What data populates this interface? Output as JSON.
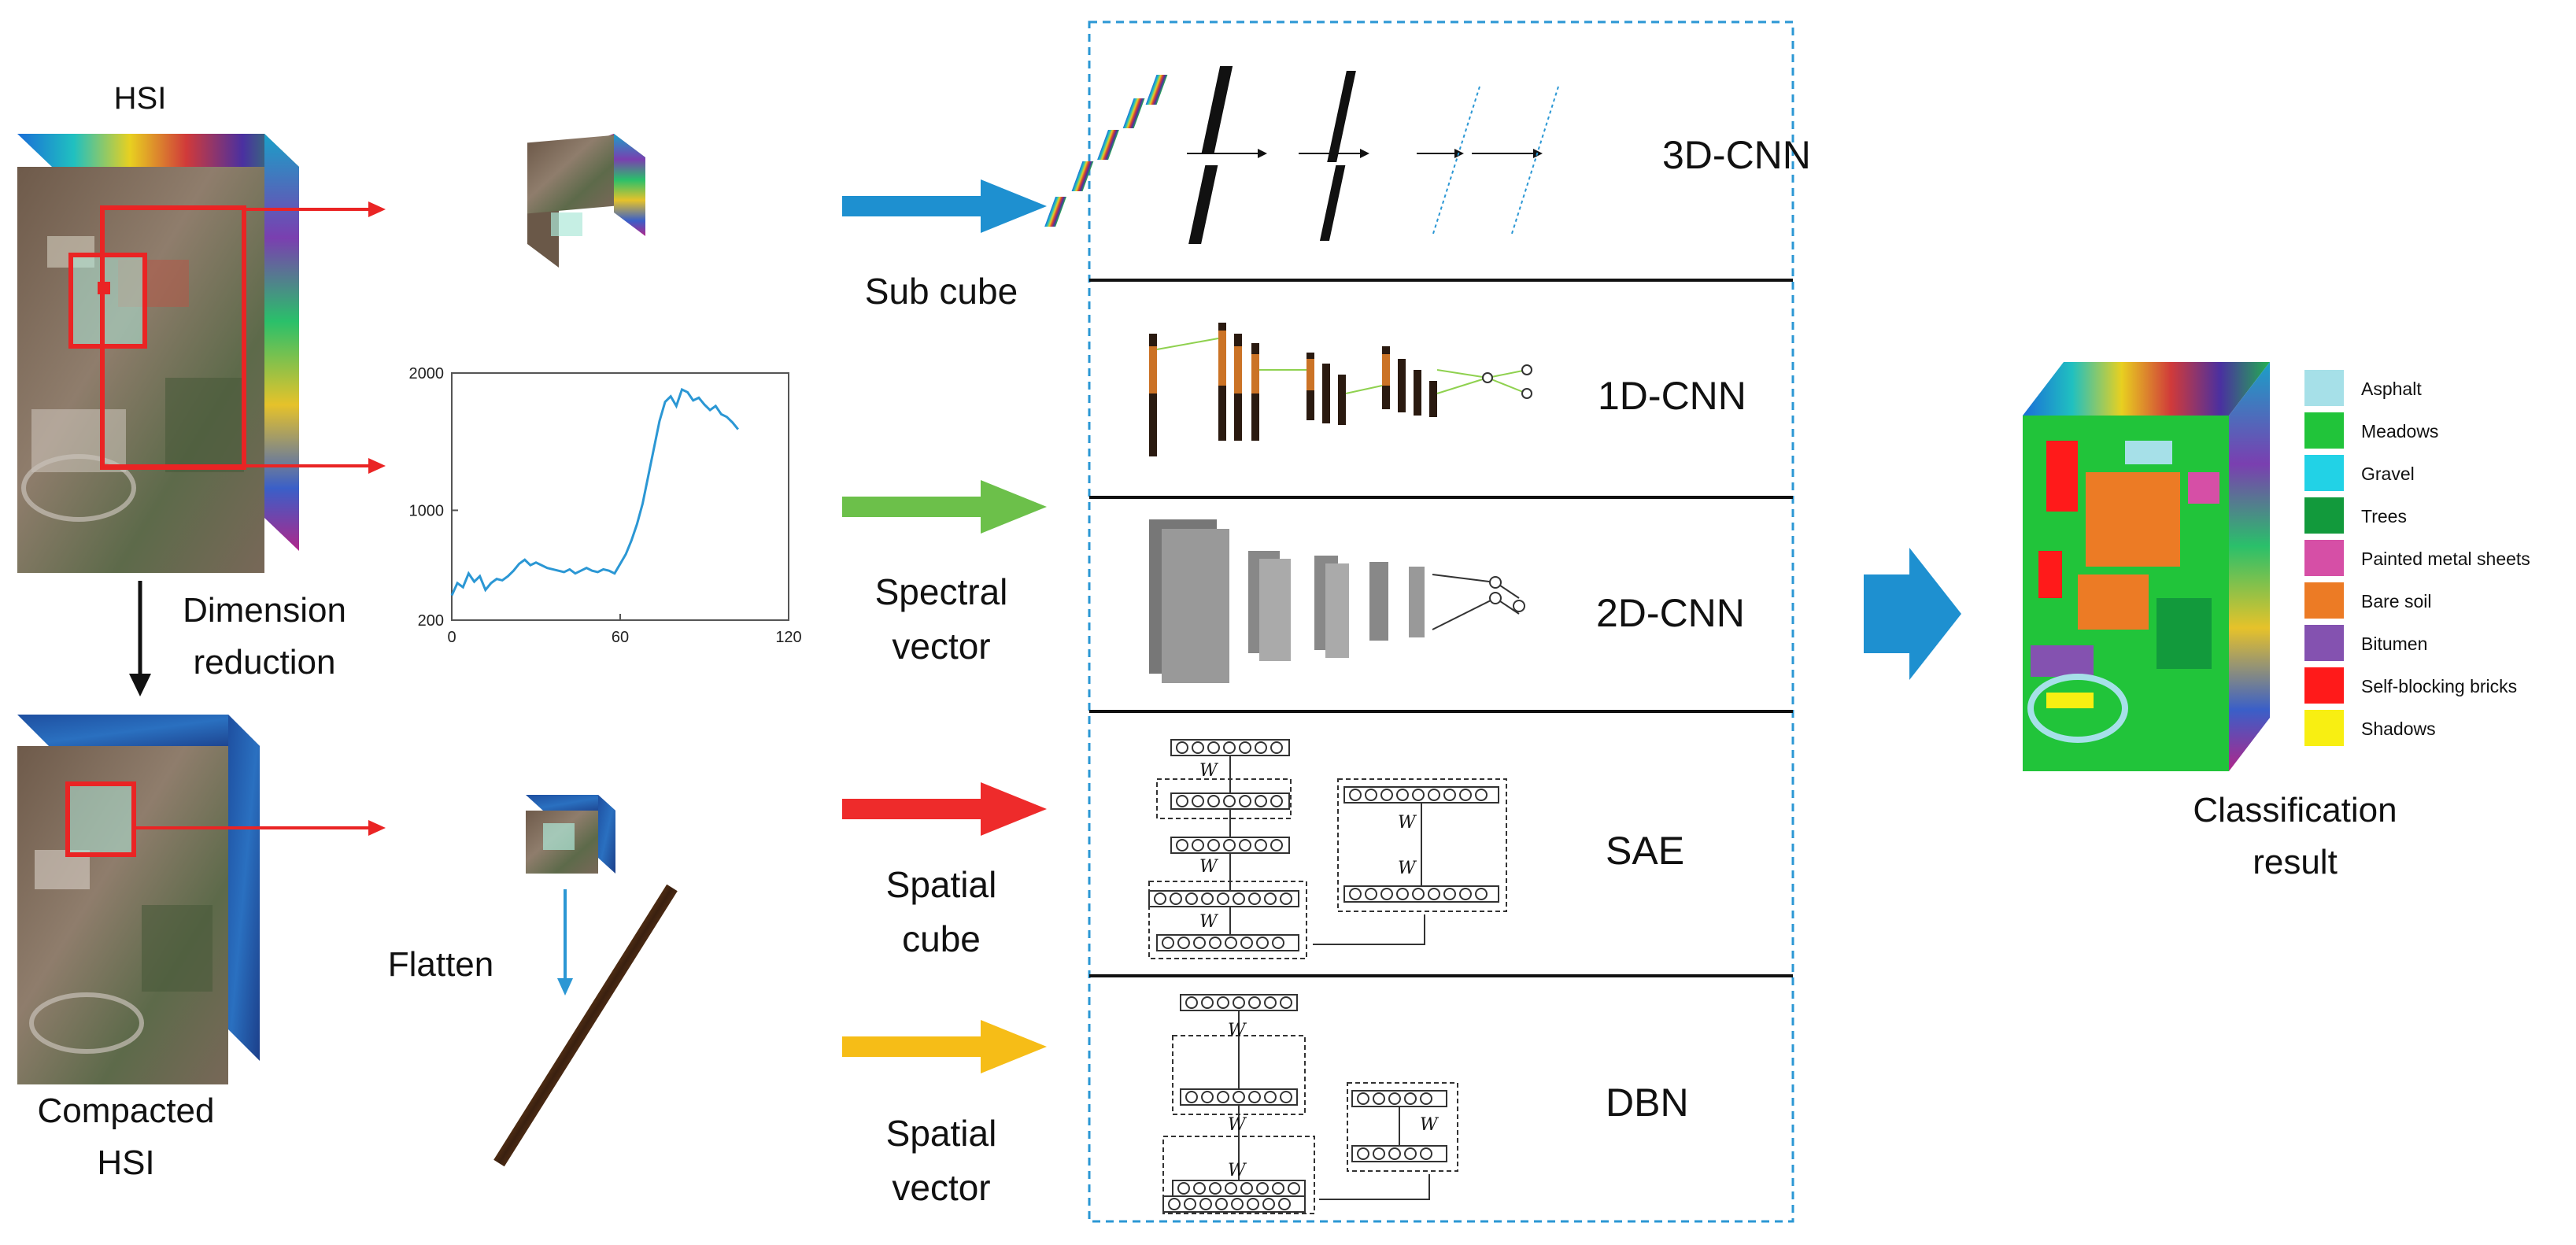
{
  "input": {
    "hsi_label": "HSI",
    "dimension_reduction_label": "Dimension\nreduction",
    "compacted_label": "Compacted\nHSI",
    "flatten_label": "Flatten"
  },
  "inputs": [
    {
      "name": "Sub cube",
      "text": "Sub cube",
      "color": "#1e90d0"
    },
    {
      "name": "Spectral vector",
      "text": "Spectral\nvector",
      "color": "#6cc04a"
    },
    {
      "name": "Spatial cube",
      "text": "Spatial\ncube",
      "color": "#ee2b2b"
    },
    {
      "name": "Spatial vector",
      "text": "Spatial\nvector",
      "color": "#f6bd17"
    }
  ],
  "models": [
    {
      "name": "3D-CNN",
      "text": "3D-CNN",
      "color": "#2b97d4"
    },
    {
      "name": "1D-CNN",
      "text": "1D-CNN",
      "color": "#8fd14f"
    },
    {
      "name": "2D-CNN",
      "text": "2D-CNN",
      "color": "#ee2b2b"
    },
    {
      "name": "SAE",
      "text": "SAE",
      "color": "#f6bd17"
    },
    {
      "name": "DBN",
      "text": "DBN",
      "color": "#f6bd17"
    }
  ],
  "weight_label": "W",
  "spectrum_plot": {
    "type": "line",
    "xlim": [
      0,
      120
    ],
    "ylim": [
      200,
      2000
    ],
    "xticks": [
      "0",
      "60",
      "120"
    ],
    "yticks": [
      "200",
      "1000",
      "2000"
    ],
    "series": [
      {
        "x": [
          0,
          2,
          4,
          6,
          8,
          10,
          12,
          14,
          16,
          18,
          20,
          22,
          24,
          26,
          28,
          30,
          32,
          34,
          36,
          38,
          40,
          42,
          44,
          46,
          48,
          50,
          52,
          54,
          56,
          58,
          60,
          62,
          64,
          66,
          68,
          70,
          72,
          74,
          76,
          78,
          80,
          82,
          84,
          86,
          88,
          90,
          92,
          94,
          96,
          98,
          100,
          102
        ],
        "y": [
          380,
          470,
          440,
          540,
          480,
          520,
          420,
          470,
          500,
          490,
          520,
          560,
          610,
          640,
          600,
          620,
          600,
          580,
          570,
          560,
          550,
          570,
          540,
          560,
          580,
          560,
          550,
          570,
          560,
          540,
          610,
          680,
          780,
          900,
          1050,
          1250,
          1450,
          1650,
          1790,
          1830,
          1760,
          1880,
          1860,
          1800,
          1820,
          1770,
          1730,
          1760,
          1700,
          1680,
          1640,
          1590
        ]
      }
    ]
  },
  "classification": {
    "result_label": "Classification\nresult",
    "legend": [
      {
        "name": "Asphalt",
        "color": "#a6e0e8"
      },
      {
        "name": "Meadows",
        "color": "#21c43a"
      },
      {
        "name": "Gravel",
        "color": "#22d2e6"
      },
      {
        "name": "Trees",
        "color": "#129a3c"
      },
      {
        "name": "Painted metal sheets",
        "color": "#d64fa6"
      },
      {
        "name": "Bare soil",
        "color": "#ec7b25"
      },
      {
        "name": "Bitumen",
        "color": "#8452b0"
      },
      {
        "name": "Self-blocking bricks",
        "color": "#ff1a1a"
      },
      {
        "name": "Shadows",
        "color": "#f8ef12"
      }
    ]
  }
}
